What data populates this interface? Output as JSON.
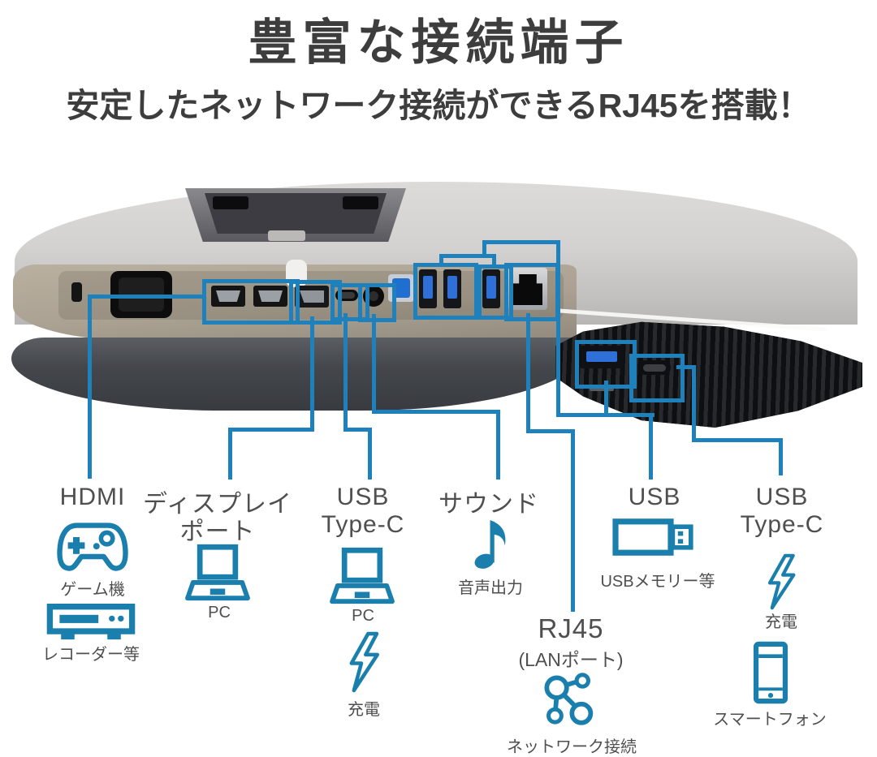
{
  "header": {
    "title": "豊富な接続端子",
    "subtitle": "安定したネットワーク接続ができるRJ45を搭載！"
  },
  "colors": {
    "callout_blue": "#1f81bb",
    "icon_blue": "#1b7fae",
    "text_gray": "#4f4f4f",
    "title_gray": "#3d3d3d"
  },
  "columns": [
    {
      "id": "hdmi",
      "label_lines": [
        "HDMI"
      ],
      "devices": [
        {
          "icon": "game-controller-icon",
          "label": "ゲーム機"
        },
        {
          "icon": "recorder-icon",
          "label": "レコーダー等"
        }
      ]
    },
    {
      "id": "displayport",
      "label_lines": [
        "ディスプレイ",
        "ポート"
      ],
      "devices": [
        {
          "icon": "laptop-icon",
          "label": "PC"
        }
      ]
    },
    {
      "id": "usb-type-c",
      "label_lines": [
        "USB",
        "Type-C"
      ],
      "devices": [
        {
          "icon": "laptop-icon",
          "label": "PC"
        },
        {
          "icon": "lightning-icon",
          "label": "充電"
        }
      ]
    },
    {
      "id": "sound",
      "label_lines": [
        "サウンド"
      ],
      "devices": [
        {
          "icon": "music-note-icon",
          "label": "音声出力"
        }
      ]
    },
    {
      "id": "rj45",
      "label_lines": [
        "RJ45",
        "(LANポート)"
      ],
      "devices": [
        {
          "icon": "network-icon",
          "label": "ネットワーク接続"
        }
      ]
    },
    {
      "id": "usb",
      "label_lines": [
        "USB"
      ],
      "devices": [
        {
          "icon": "usb-memory-icon",
          "label": "USBメモリー等"
        }
      ]
    },
    {
      "id": "usb-type-c-side",
      "label_lines": [
        "USB",
        "Type-C"
      ],
      "devices": [
        {
          "icon": "lightning-icon",
          "label": "充電"
        },
        {
          "icon": "smartphone-icon",
          "label": "スマートフォン"
        }
      ]
    }
  ]
}
